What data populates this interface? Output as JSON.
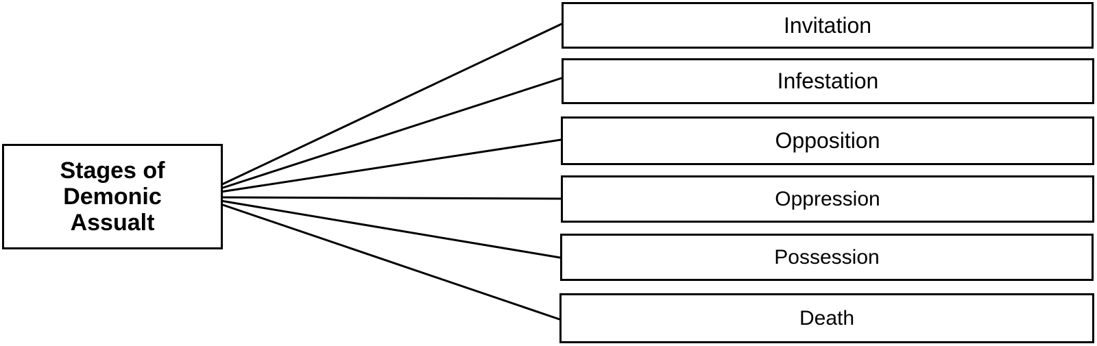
{
  "diagram": {
    "root": {
      "label": "Stages of Demonic Assualt"
    },
    "stages": [
      {
        "label": "Invitation"
      },
      {
        "label": "Infestation"
      },
      {
        "label": "Opposition"
      },
      {
        "label": "Oppression"
      },
      {
        "label": "Possession"
      },
      {
        "label": "Death"
      }
    ],
    "colors": {
      "stroke": "#000000",
      "background": "#ffffff"
    }
  }
}
